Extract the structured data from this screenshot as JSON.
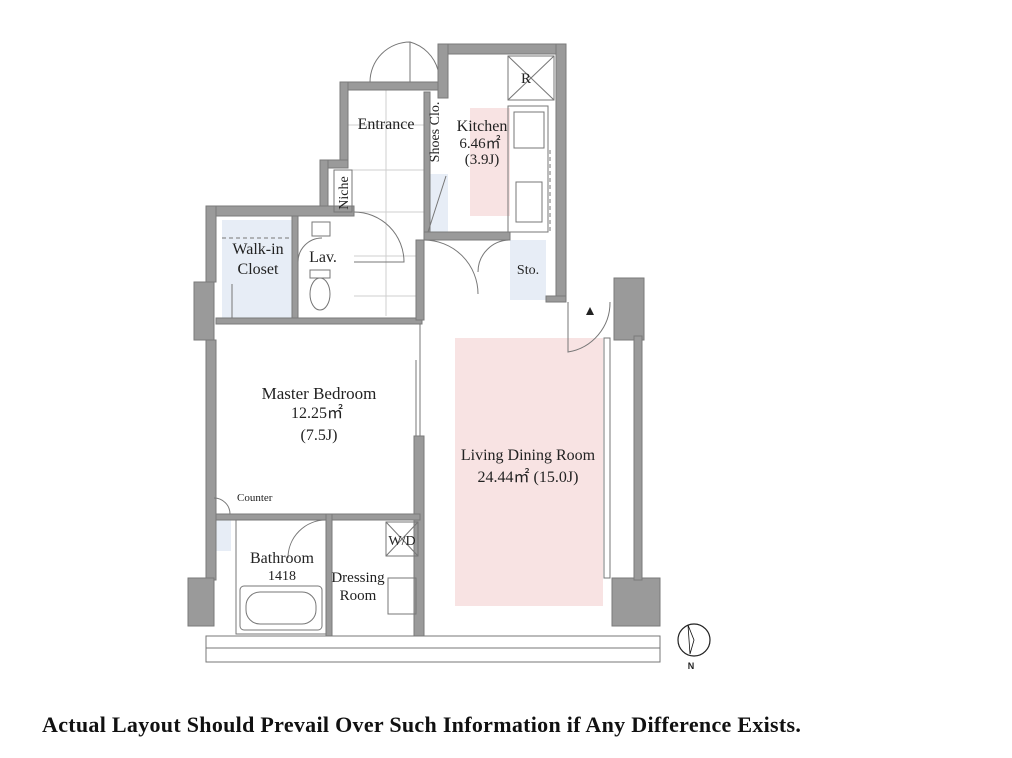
{
  "rooms": {
    "kitchen": {
      "name": "Kitchen",
      "area": "6.46㎡",
      "jyo": "(3.9J)"
    },
    "entrance": {
      "name": "Entrance"
    },
    "shoes_closet": {
      "name": "Shoes Clo."
    },
    "niche": {
      "name": "Niche"
    },
    "walkin_closet": {
      "line1": "Walk-in",
      "line2": "Closet"
    },
    "lavatory": {
      "name": "Lav."
    },
    "storage": {
      "name": "Sto."
    },
    "refrigerator": {
      "name": "R"
    },
    "master_bedroom": {
      "name": "Master Bedroom",
      "area": "12.25㎡",
      "jyo": "(7.5J)"
    },
    "living_dining": {
      "name": "Living Dining Room",
      "area": "24.44㎡ (15.0J)"
    },
    "counter": {
      "name": "Counter"
    },
    "bathroom": {
      "name": "Bathroom",
      "size": "1418"
    },
    "washer_dryer": {
      "name": "W/D"
    },
    "dressing_room": {
      "line1": "Dressing",
      "line2": "Room"
    }
  },
  "compass": {
    "label": "N",
    "icon": "north-arrow-icon"
  },
  "disclaimer": "Actual Layout Should Prevail Over Such Information if Any Difference Exists.",
  "colors": {
    "wall": "#9a9a9a",
    "wall_outline": "#7a7a7a",
    "closet_fill": "#e7edf6",
    "living_highlight": "#f8e3e3",
    "line": "#777777"
  }
}
